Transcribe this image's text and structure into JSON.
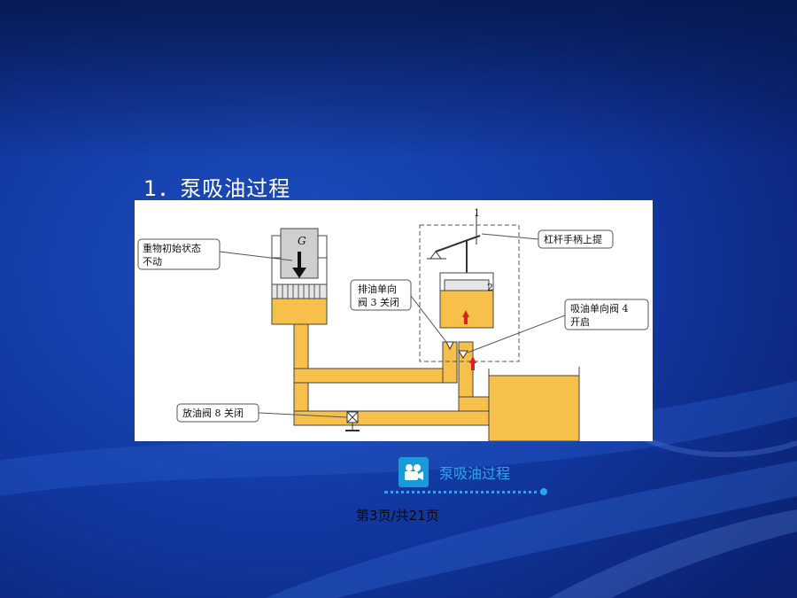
{
  "slide": {
    "title": "1．泵吸油过程",
    "page_number": "第3页/共21页"
  },
  "diagram": {
    "weight_symbol": "G",
    "label_2": "2",
    "label_1": "1",
    "callouts": {
      "weight_initial_line1": "重物初始状态",
      "weight_initial_line2": "不动",
      "discharge_valve_line1": "排油单向",
      "discharge_valve_line2": "阀 3 关闭",
      "lever": "杠杆手柄上提",
      "suction_valve_line1": "吸油单向阀 4",
      "suction_valve_line2": "开启",
      "drain_valve": "放油阀 8 关闭"
    },
    "colors": {
      "oil": "#f7c04a",
      "arrow": "#e02020"
    }
  },
  "media": {
    "video_label": "泵吸油过程",
    "icon": "video-camera-icon"
  },
  "colors": {
    "background": "#0e2f8f",
    "accent": "#2aa6ea"
  }
}
